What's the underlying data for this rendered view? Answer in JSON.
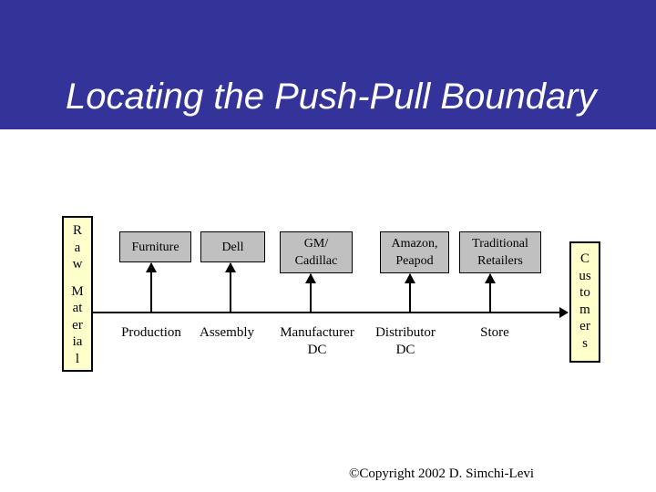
{
  "slide": {
    "title": "Locating the Push-Pull Boundary"
  },
  "colors": {
    "header_background": "#333399",
    "title_text": "#FFFFFF",
    "endpoint_box_fill": "#FFFFCC",
    "stage_box_fill": "#C0C0C0",
    "line_and_text": "#000000"
  },
  "diagram": {
    "raw_material": {
      "full_text": "Raw Material",
      "lines": [
        "R",
        "a",
        "w",
        "M",
        "at",
        "er",
        "ia",
        "l"
      ]
    },
    "customers": {
      "full_text": "Customers",
      "lines": [
        "C",
        "us",
        "to",
        "m",
        "er",
        "s"
      ]
    },
    "stages": [
      {
        "box_lines": [
          "Furniture"
        ],
        "label_lines": [
          "Production"
        ]
      },
      {
        "box_lines": [
          "Dell"
        ],
        "label_lines": [
          "Assembly"
        ]
      },
      {
        "box_lines": [
          "GM/",
          "Cadillac"
        ],
        "label_lines": [
          "Manufacturer",
          "DC"
        ]
      },
      {
        "box_lines": [
          "Amazon,",
          "Peapod"
        ],
        "label_lines": [
          "Distributor",
          "DC"
        ]
      },
      {
        "box_lines": [
          "Traditional",
          "Retailers"
        ],
        "label_lines": [
          "Store"
        ]
      }
    ]
  },
  "footer": {
    "copyright": "©Copyright 2002 D. Simchi-Levi"
  }
}
